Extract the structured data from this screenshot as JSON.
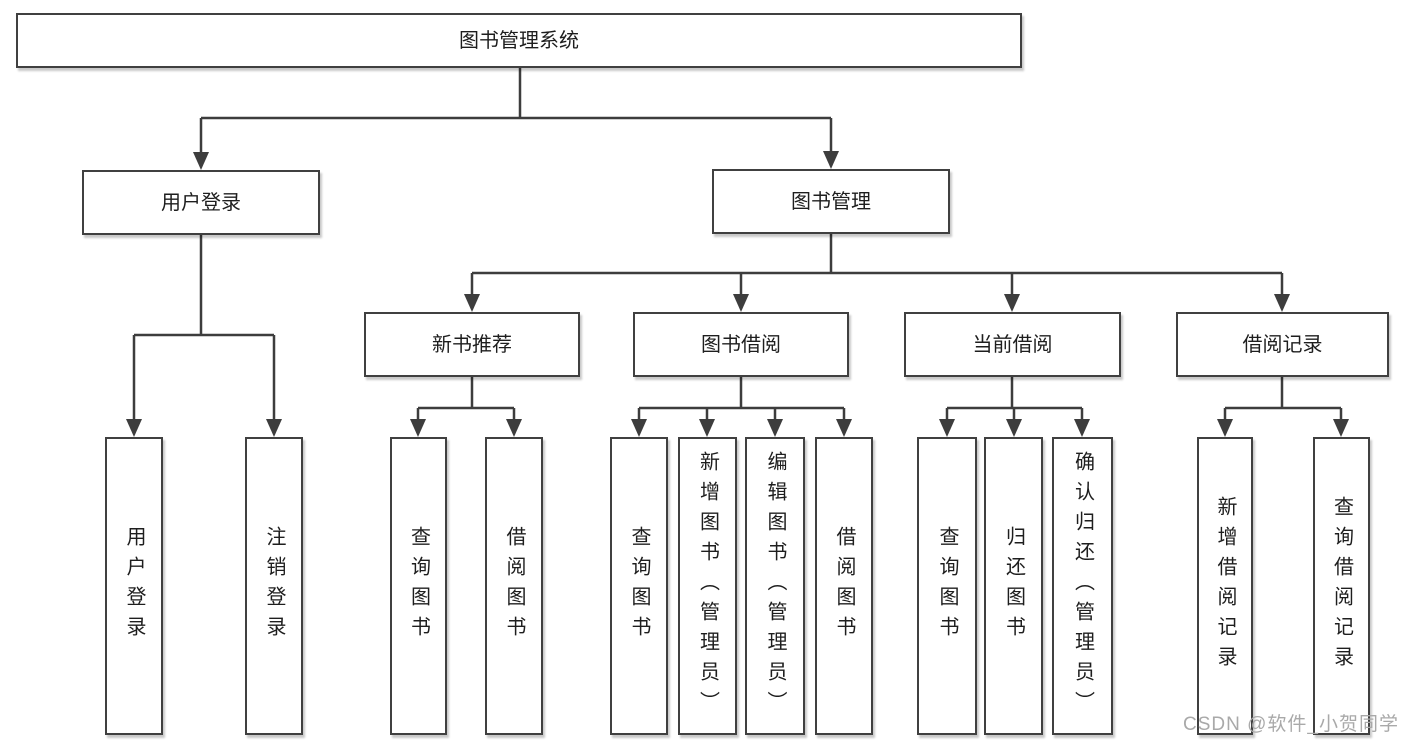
{
  "diagram": {
    "root": "图书管理系统",
    "watermark": "CSDN @软件_小贺同学",
    "branches": [
      {
        "label": "用户登录",
        "children": [
          "用户登录",
          "注销登录"
        ]
      },
      {
        "label": "图书管理",
        "children": [
          {
            "label": "新书推荐",
            "children": [
              "查询图书",
              "借阅图书"
            ]
          },
          {
            "label": "图书借阅",
            "children": [
              "查询图书",
              "新增图书（管理员）",
              "编辑图书（管理员）",
              "借阅图书"
            ]
          },
          {
            "label": "当前借阅",
            "children": [
              "查询图书",
              "归还图书",
              "确认归还（管理员）"
            ]
          },
          {
            "label": "借阅记录",
            "children": [
              "新增借阅记录",
              "查询借阅记录"
            ]
          }
        ]
      }
    ]
  }
}
